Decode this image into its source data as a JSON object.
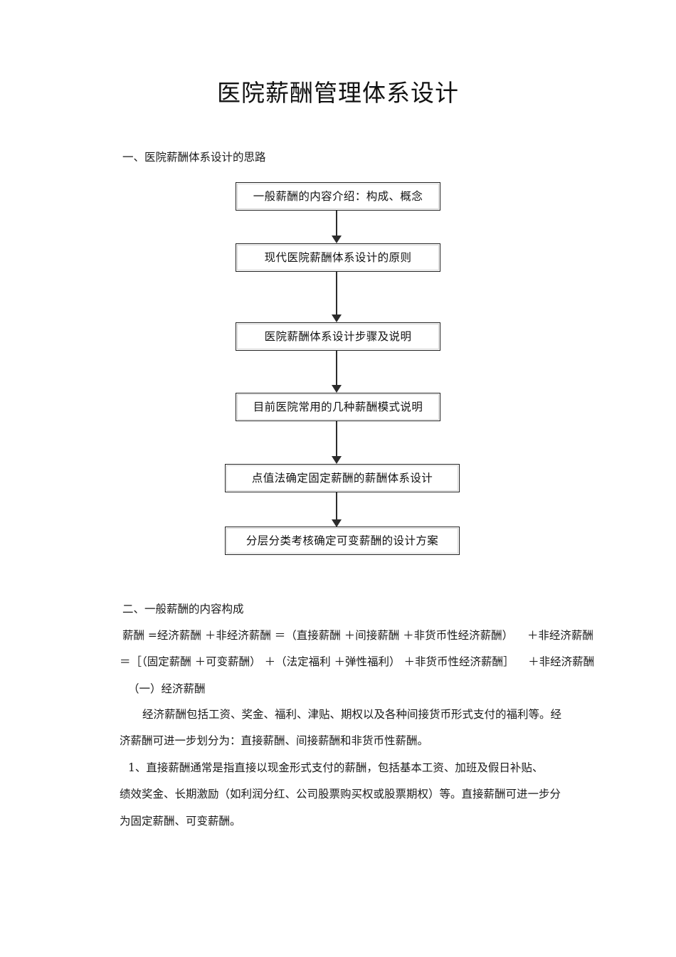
{
  "document": {
    "title": "医院薪酬管理体系设计"
  },
  "sections": {
    "section_one_heading": "一、医院薪酬体系设计的思路",
    "section_two_heading": "二、一般薪酬的内容构成",
    "subsection_one_heading": "（一）经济薪酬"
  },
  "flowchart": {
    "boxes": [
      {
        "label": "一般薪酬的内容介绍：构成、概念"
      },
      {
        "label": "现代医院薪酬体系设计的原则"
      },
      {
        "label": "医院薪酬体系设计步骤及说明"
      },
      {
        "label": "目前医院常用的几种薪酬模式说明"
      },
      {
        "label": "点值法确定固定薪酬的薪酬体系设计"
      },
      {
        "label": "分层分类考核确定可变薪酬的设计方案"
      }
    ]
  },
  "formulas": {
    "line_1": "薪酬 =经济薪酬 ＋非经济薪酬 ＝（直接薪酬 ＋间接薪酬 ＋非货币性经济薪酬）    ＋非经济薪酬",
    "line_2": "＝［（固定薪酬 ＋可变薪酬） ＋（法定福利 ＋弹性福利） ＋非货币性经济薪酬］    ＋非经济薪酬"
  },
  "paragraphs": {
    "economic_comp_line_1": "经济薪酬包括工资、奖金、福利、津贴、期权以及各种间接货币形式支付的福利等。经",
    "economic_comp_line_2": "济薪酬可进一步划分为：直接薪酬、间接薪酬和非货币性薪酬。",
    "direct_comp_line_1": "1、直接薪酬通常是指直接以现金形式支付的薪酬，包括基本工资、加班及假日补贴、",
    "direct_comp_line_2": "绩效奖金、长期激励（如利润分红、公司股票购买权或股票期权）等。直接薪酬可进一步分",
    "direct_comp_line_3": "为固定薪酬、可变薪酬。"
  },
  "colors": {
    "page_background": "#ffffff",
    "text": "#1a1a1a",
    "box_border": "#222222",
    "connector": "#2b2b2b"
  }
}
